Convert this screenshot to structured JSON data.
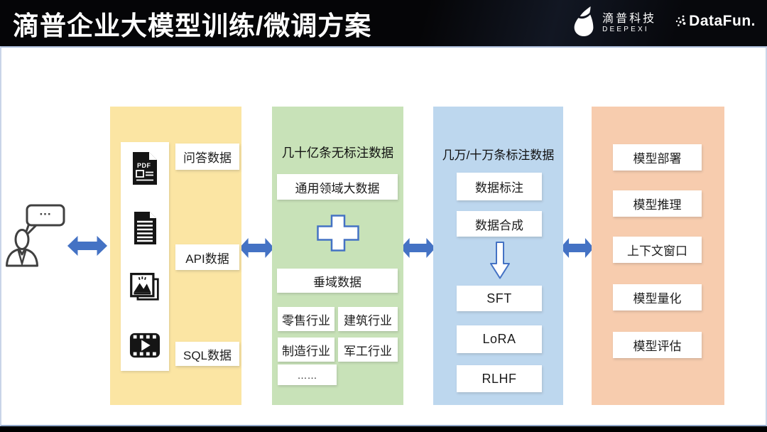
{
  "slide": {
    "title": "滴普企业大模型训练/微调方案",
    "logo": {
      "company_cn": "滴普科技",
      "company_en": "DEEPEXI",
      "partner": "DataFun."
    },
    "user": {
      "speech": "···"
    }
  },
  "columns": {
    "sources": {
      "bg": "#FBE5A3",
      "pdf_label": "PDF",
      "labels": {
        "qa": "问答数据",
        "api": "API数据",
        "sql": "SQL数据"
      },
      "icons": [
        "pdf-file-icon",
        "text-document-icon",
        "image-icon",
        "video-icon"
      ]
    },
    "pretrain": {
      "bg": "#C8E2B8",
      "title": "几十亿条无标注数据",
      "general_box": "通用领域大数据",
      "vertical_box": "垂域数据",
      "industries": [
        "零售行业",
        "建筑行业",
        "制造行业",
        "军工行业"
      ],
      "more": "……"
    },
    "finetune": {
      "bg": "#BDD7EE",
      "title": "几万/十万条标注数据",
      "annotation_box": "数据标注",
      "synthesis_box": "数据合成",
      "methods": [
        "SFT",
        "LoRA",
        "RLHF"
      ]
    },
    "deploy": {
      "bg": "#F7CCAE",
      "boxes": [
        "模型部署",
        "模型推理",
        "上下文窗口",
        "模型量化",
        "模型评估"
      ]
    }
  },
  "colors": {
    "arrow_blue": "#4472C4",
    "header_bg": "#050507",
    "panel_border": "#AEBFDC",
    "icon_black": "#151515"
  }
}
